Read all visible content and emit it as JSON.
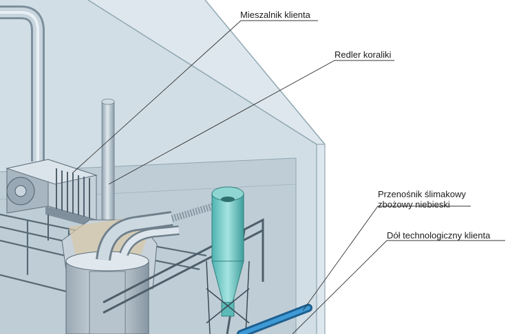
{
  "callouts": {
    "mixer": "Mieszalnik klienta",
    "conveyor": "Redler koraliki",
    "screw_line1": "Przenośnik ślimakowy",
    "screw_line2": "zbożowy niebieski",
    "pit": "Dół technologiczny klienta"
  },
  "colors": {
    "wall": "#b8ccd6",
    "wall_edge": "#8fa6b2",
    "pipe": "#aebfcc",
    "cyclone": "#6fc8c6",
    "screw": "#2f86c4",
    "leader": "#333333"
  }
}
